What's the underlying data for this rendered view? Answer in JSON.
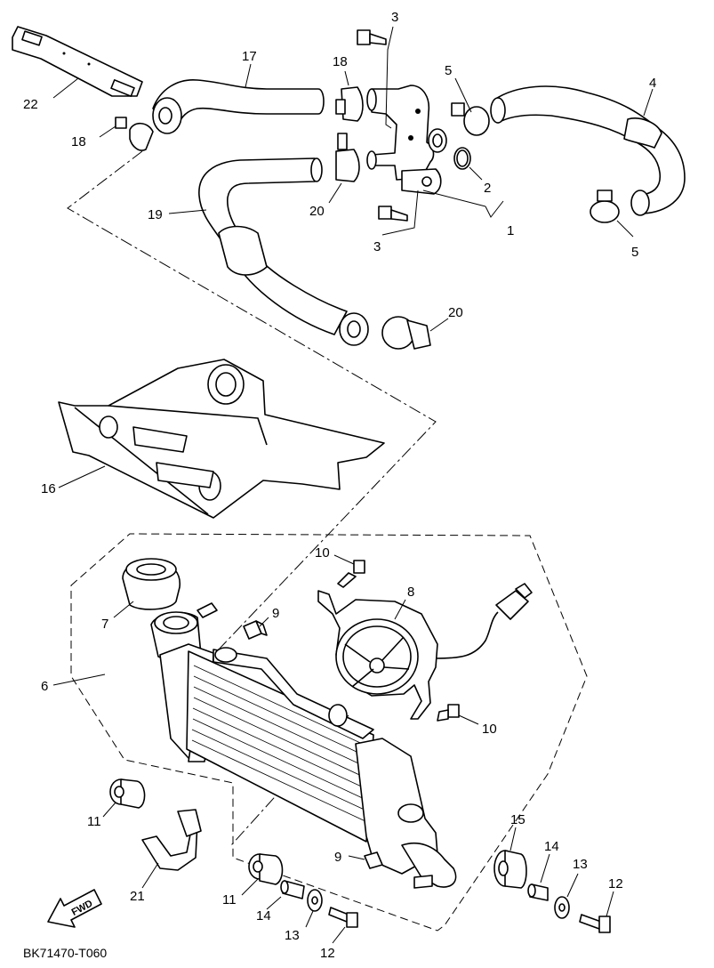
{
  "diagram": {
    "code": "BK71470-T060",
    "fwd_label": "FWD",
    "callouts": {
      "c1": "1",
      "c2": "2",
      "c3a": "3",
      "c3b": "3",
      "c4": "4",
      "c5a": "5",
      "c5b": "5",
      "c6": "6",
      "c7": "7",
      "c8": "8",
      "c9a": "9",
      "c9b": "9",
      "c10a": "10",
      "c10b": "10",
      "c11a": "11",
      "c11b": "11",
      "c12a": "12",
      "c12b": "12",
      "c13a": "13",
      "c13b": "13",
      "c14a": "14",
      "c14b": "14",
      "c15": "15",
      "c16": "16",
      "c17": "17",
      "c18a": "18",
      "c18b": "18",
      "c19": "19",
      "c20a": "20",
      "c20b": "20",
      "c21": "21",
      "c22": "22"
    }
  }
}
